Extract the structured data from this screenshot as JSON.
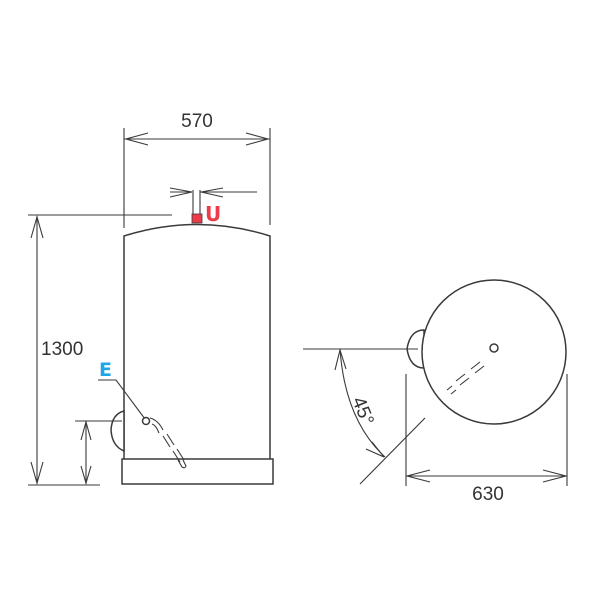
{
  "front_view": {
    "width_dimension": "570",
    "height_dimension": "1300",
    "outlet_label": "U",
    "inlet_label": "E",
    "outlet_color": "#ee3b4a",
    "inlet_color": "#1ea7e8"
  },
  "top_view": {
    "diameter_dimension": "630",
    "angle_dimension": "45°"
  },
  "colors": {
    "line": "#3a3a3a",
    "text": "#333333",
    "background": "#ffffff"
  }
}
